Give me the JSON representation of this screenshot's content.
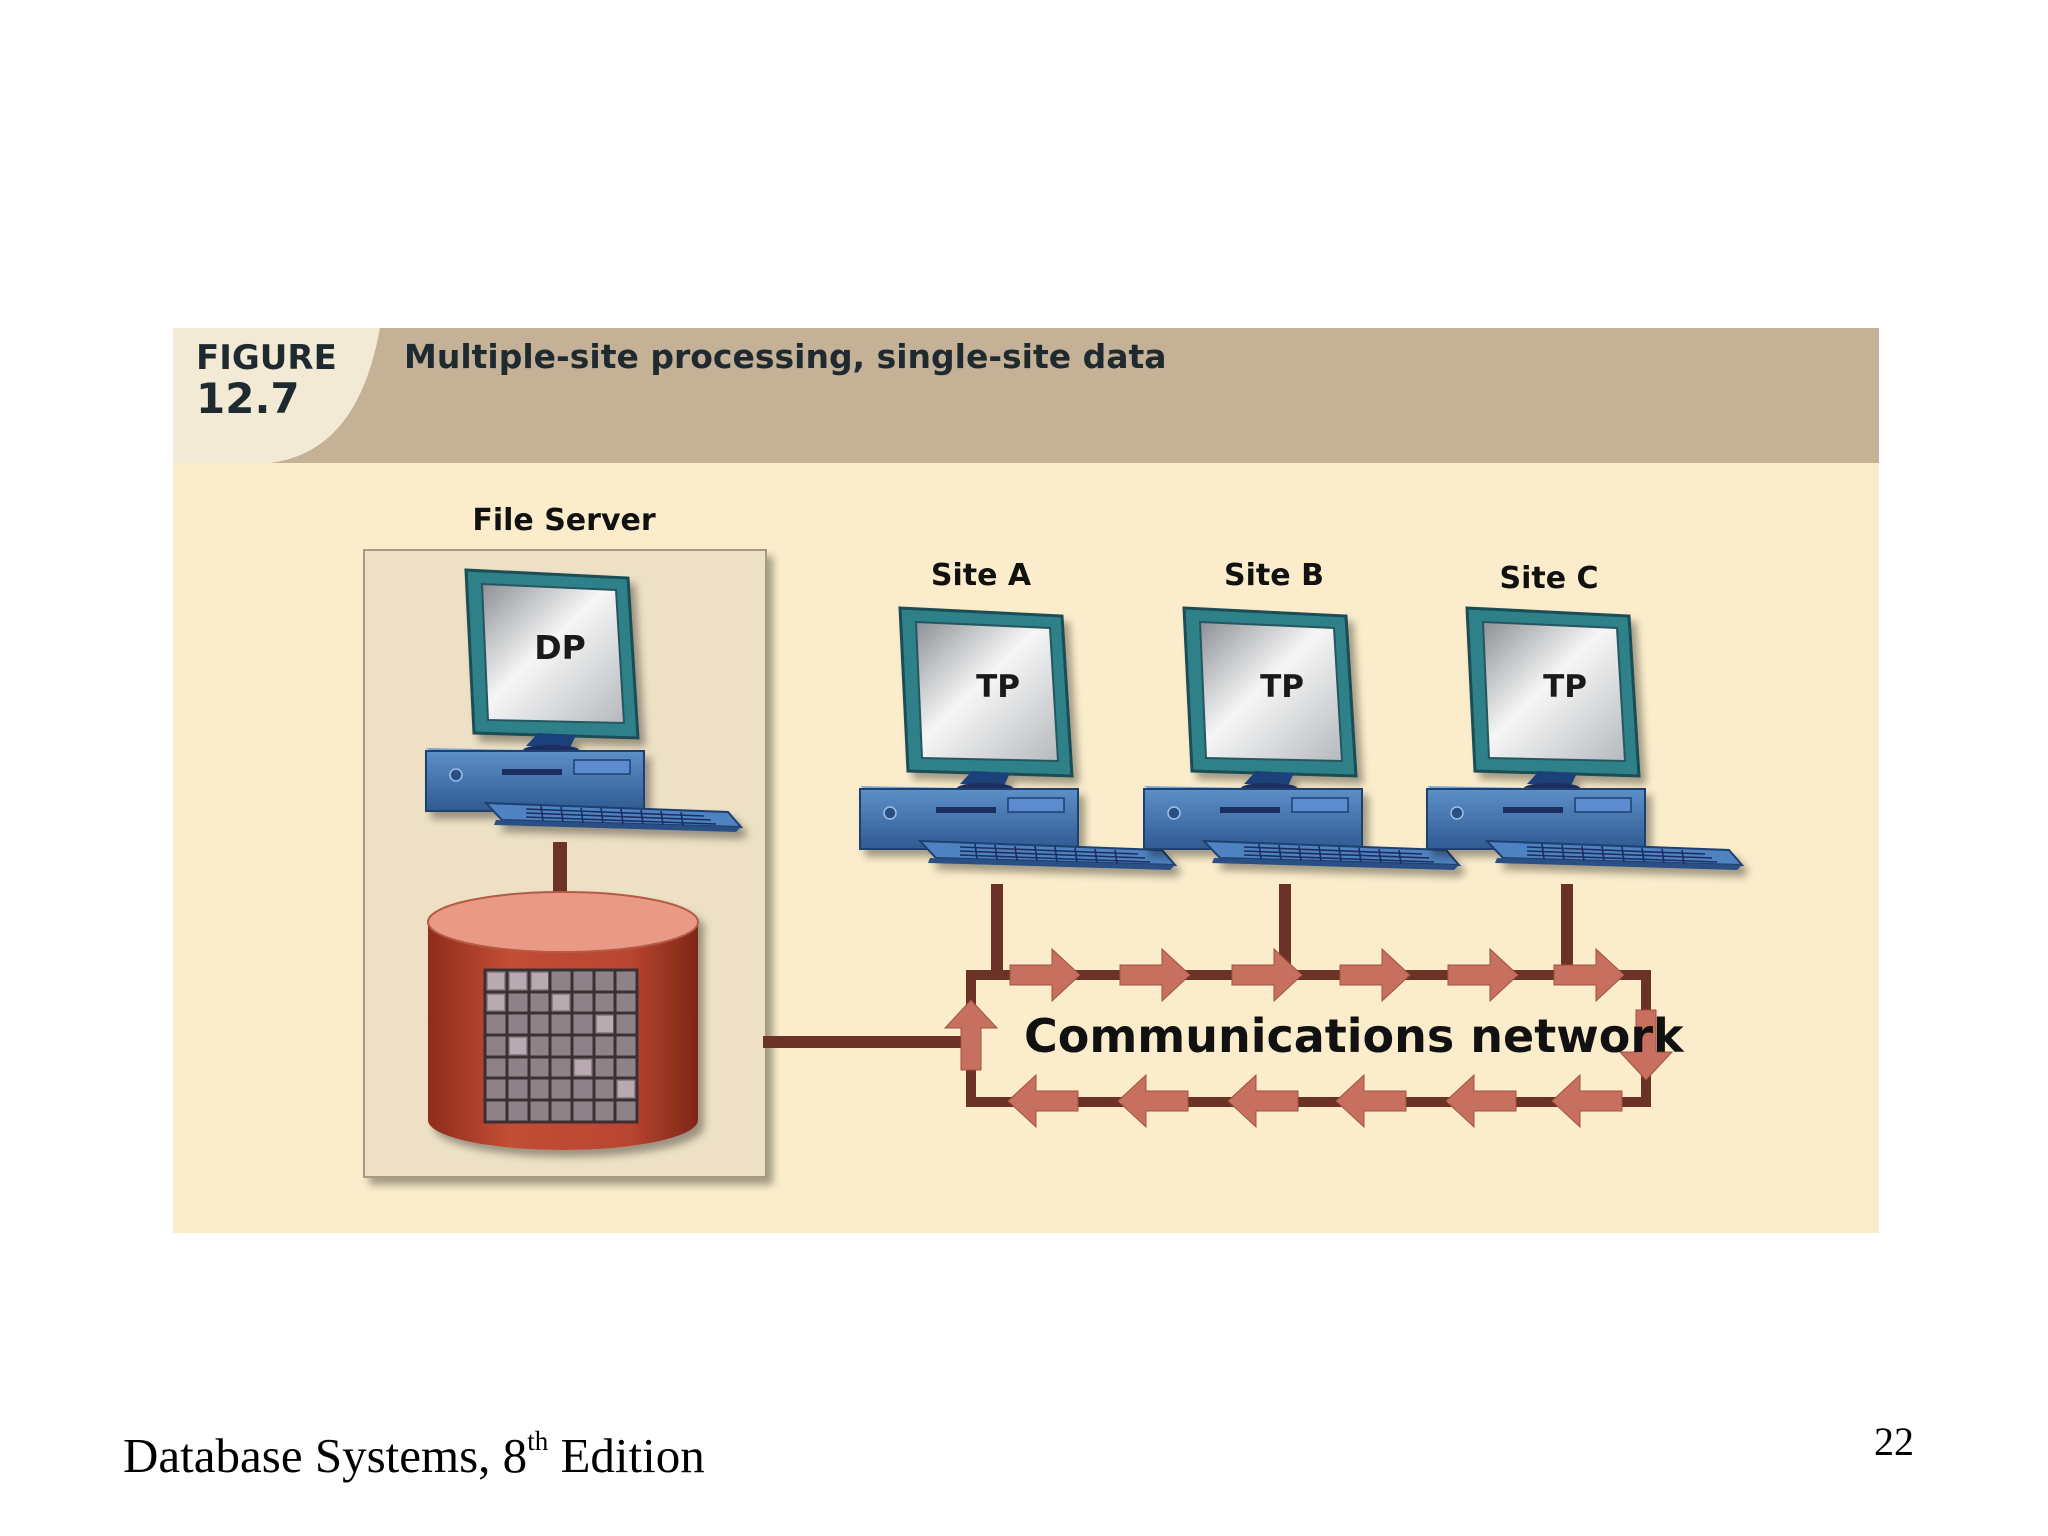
{
  "figure": {
    "label_word": "FIGURE",
    "label_number": "12.7",
    "title": "Multiple-site processing, single-site data"
  },
  "file_server": {
    "caption": "File Server",
    "screen_label": "DP"
  },
  "sites": [
    {
      "caption": "Site A",
      "screen_label": "TP"
    },
    {
      "caption": "Site B",
      "screen_label": "TP"
    },
    {
      "caption": "Site C",
      "screen_label": "TP"
    }
  ],
  "network": {
    "label": "Communications network"
  },
  "footer": {
    "title_pre": "Database Systems, 8",
    "title_sup": "th",
    "title_post": " Edition",
    "page_number": "22"
  },
  "colors": {
    "header_band": "#c4b196",
    "panel": "#fbedcb",
    "server_box": "#ede0c4",
    "monitor": "#2f8089",
    "computer": "#3f72ad",
    "database": "#b64531",
    "network_line": "#6b3226",
    "network_arrow": "#c87060"
  }
}
